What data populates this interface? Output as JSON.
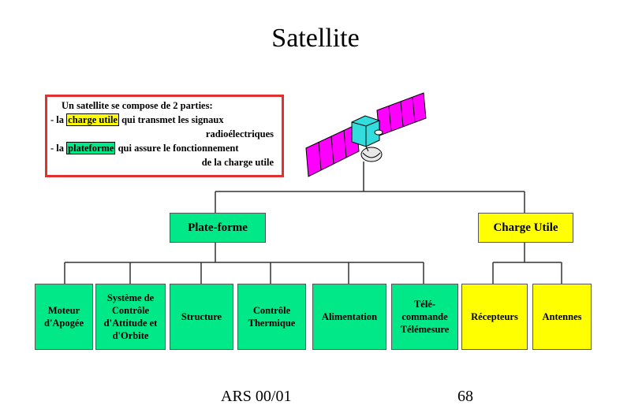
{
  "title": "Satellite",
  "info": {
    "line1": "Un satellite se compose de 2 parties:",
    "line2_prefix": "- la ",
    "line2_highlight": "charge utile",
    "line2_suffix": " qui transmet les signaux",
    "line3": "radioélectriques",
    "line4_prefix": "- la ",
    "line4_highlight": "plateforme",
    "line4_suffix": " qui assure le fonctionnement",
    "line5": "de la charge utile"
  },
  "nodes": {
    "plateforme": "Plate-forme",
    "charge_utile": "Charge Utile",
    "moteur": "Moteur d'Apogée",
    "scao": "Système de Contrôle d'Attitude et d'Orbite",
    "structure": "Structure",
    "thermique": "Contrôle Thermique",
    "alimentation": "Alimentation",
    "telecommande": "Télé- commande Télémesure",
    "recepteurs": "Récepteurs",
    "antennes": "Antennes"
  },
  "colors": {
    "platform_green": "#00e888",
    "payload_yellow": "#ffff00",
    "panel_magenta": "#ff00ff",
    "body_cyan": "#33dddd",
    "border_red": "#e03030"
  },
  "footer": {
    "ref": "ARS 00/01",
    "page": "68"
  }
}
